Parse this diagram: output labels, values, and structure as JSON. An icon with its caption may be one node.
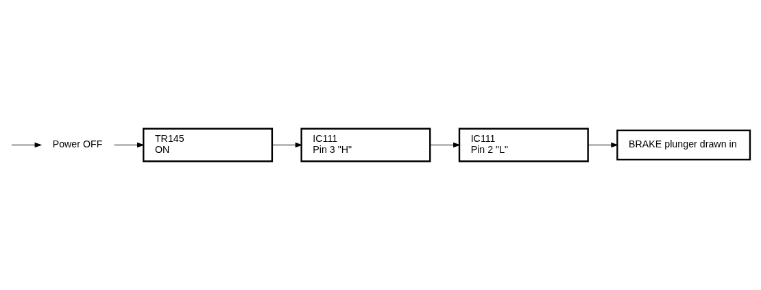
{
  "diagram": {
    "nodes": [
      {
        "text": [
          "Power OFF"
        ]
      },
      {
        "text": [
          "TR145",
          "ON"
        ]
      },
      {
        "text": [
          "IC111",
          "Pin 3 \"H\""
        ]
      },
      {
        "text": [
          "IC111",
          "Pin 2 \"L\""
        ]
      },
      {
        "text": [
          "BRAKE plunger drawn in"
        ]
      }
    ],
    "edges": [
      {
        "from": null,
        "to": 0,
        "arrow": "to"
      },
      {
        "from": 0,
        "to": 1,
        "arrow": "to"
      },
      {
        "from": 1,
        "to": 2,
        "arrow": "to"
      },
      {
        "from": 2,
        "to": 3,
        "arrow": "to"
      },
      {
        "from": 3,
        "to": 4,
        "arrow": "to"
      }
    ]
  }
}
